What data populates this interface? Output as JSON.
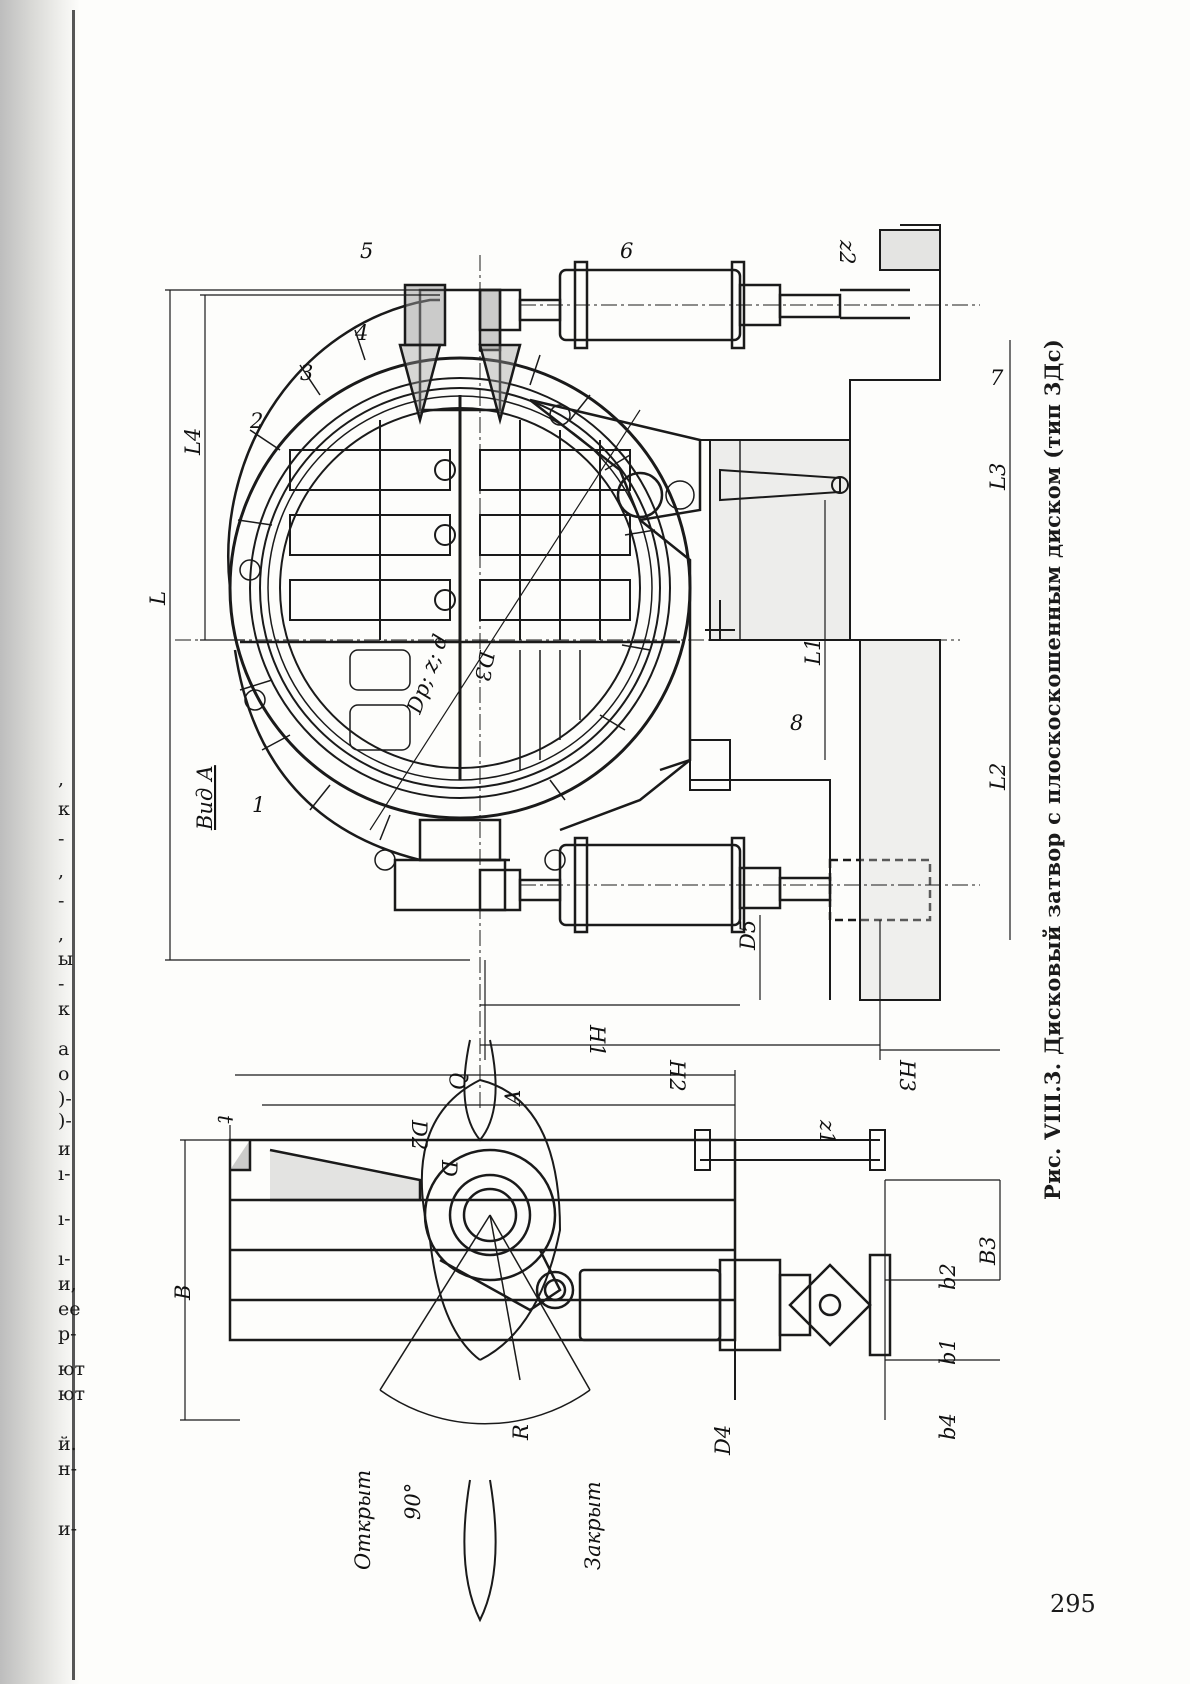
{
  "page": {
    "caption": "Рис. VIII.3. Дисковый затвор с плоскоскошенным диском (тип 3Дс)",
    "page_number": "295",
    "margin_fragments": [
      ",",
      "к",
      "-",
      ",",
      "-",
      ",",
      "ы",
      "-",
      "к",
      "а",
      "о",
      ")-",
      ")-",
      "и",
      "ı-",
      "ı-",
      "ı-",
      "и,",
      "ее",
      "р-",
      "ют",
      "ют",
      "й.",
      "н-",
      "и-"
    ]
  },
  "drawing": {
    "view_label": "Вид А",
    "dimensions": {
      "L": "L",
      "L1": "L1",
      "L2": "L2",
      "L3": "L3",
      "L4": "L4",
      "H1": "H1",
      "H2": "H2",
      "H3": "H3",
      "D": "D",
      "D2": "D2",
      "D3": "D3",
      "D4": "D4",
      "D5": "D5",
      "Dp": "Dр; z; d",
      "B": "B",
      "B3": "B3",
      "b1": "b1",
      "b2": "b2",
      "b4": "b4",
      "t": "t",
      "R": "R",
      "z1": "z1",
      "z2": "z2"
    },
    "markers": {
      "Q": "Q",
      "A": "A"
    },
    "positions_text": {
      "open": "Открыт",
      "closed": "Закрыт",
      "angle": "90°"
    },
    "part_numbers": [
      "1",
      "2",
      "3",
      "4",
      "5",
      "6",
      "7",
      "8"
    ]
  }
}
